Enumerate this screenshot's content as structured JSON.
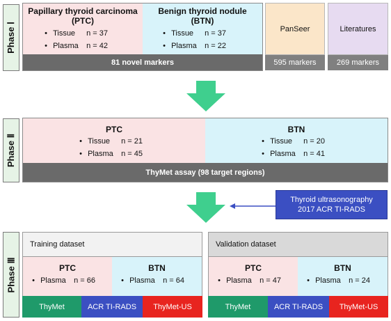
{
  "phase1": {
    "label": "Phase Ⅰ",
    "ptc": {
      "title_line1": "Papillary thyroid carcinoma",
      "title_line2": "(PTC)",
      "rows": [
        {
          "bullet": "•",
          "name": "Tissue",
          "n": "n = 37"
        },
        {
          "bullet": "•",
          "name": "Plasma",
          "n": "n = 42"
        }
      ]
    },
    "btn": {
      "title_line1": "Benign thyroid nodule",
      "title_line2": "(BTN)",
      "rows": [
        {
          "bullet": "•",
          "name": "Tissue",
          "n": "n = 37"
        },
        {
          "bullet": "•",
          "name": "Plasma",
          "n": "n = 22"
        }
      ]
    },
    "panseer": "PanSeer",
    "literatures": "Literatures",
    "novel_markers": "81 novel markers",
    "panseer_markers": "595 markers",
    "literature_markers": "269 markers"
  },
  "phase2": {
    "label": "Phase Ⅱ",
    "ptc": {
      "title": "PTC",
      "rows": [
        {
          "bullet": "•",
          "name": "Tissue",
          "n": "n = 21"
        },
        {
          "bullet": "•",
          "name": "Plasma",
          "n": "n = 45"
        }
      ]
    },
    "btn": {
      "title": "BTN",
      "rows": [
        {
          "bullet": "•",
          "name": "Tissue",
          "n": "n = 20"
        },
        {
          "bullet": "•",
          "name": "Plasma",
          "n": "n = 41"
        }
      ]
    },
    "assay": "ThyMet assay (98 target regions)"
  },
  "ultrasound": {
    "line1": "Thyroid ultrasonography",
    "line2": "2017 ACR TI-RADS"
  },
  "phase3": {
    "label": "Phase Ⅲ",
    "training": {
      "title": "Training dataset",
      "ptc": {
        "title": "PTC",
        "bullet": "•",
        "name": "Plasma",
        "n": "n = 66"
      },
      "btn": {
        "title": "BTN",
        "bullet": "•",
        "name": "Plasma",
        "n": "n = 64"
      },
      "buttons": [
        "ThyMet",
        "ACR TI-RADS",
        "ThyMet-US"
      ]
    },
    "validation": {
      "title": "Validation dataset",
      "ptc": {
        "title": "PTC",
        "bullet": "•",
        "name": "Plasma",
        "n": "n = 47"
      },
      "btn": {
        "title": "BTN",
        "bullet": "•",
        "name": "Plasma",
        "n": "n = 24"
      },
      "buttons": [
        "ThyMet",
        "ACR TI-RADS",
        "ThyMet-US"
      ]
    }
  },
  "colors": {
    "green_arrow": "#3fcf8e",
    "thymet": "#1f9a6a",
    "acr": "#3b4fc2",
    "thymet_us": "#e8241f"
  }
}
